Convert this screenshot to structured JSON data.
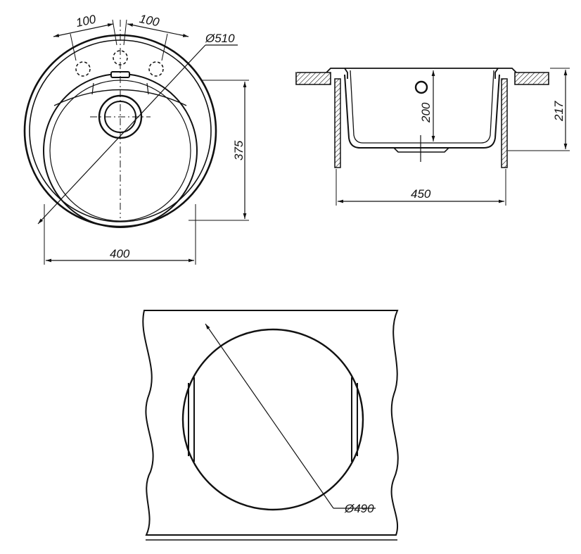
{
  "top_view": {
    "dim_hole_spacing_left": "100",
    "dim_hole_spacing_right": "100",
    "dim_diameter": "Ø510",
    "dim_depth": "375",
    "dim_width": "400"
  },
  "side_view": {
    "dim_bowl_depth": "200",
    "dim_total_height": "217",
    "dim_width": "450"
  },
  "cutout": {
    "dim_diameter": "Ø490"
  }
}
